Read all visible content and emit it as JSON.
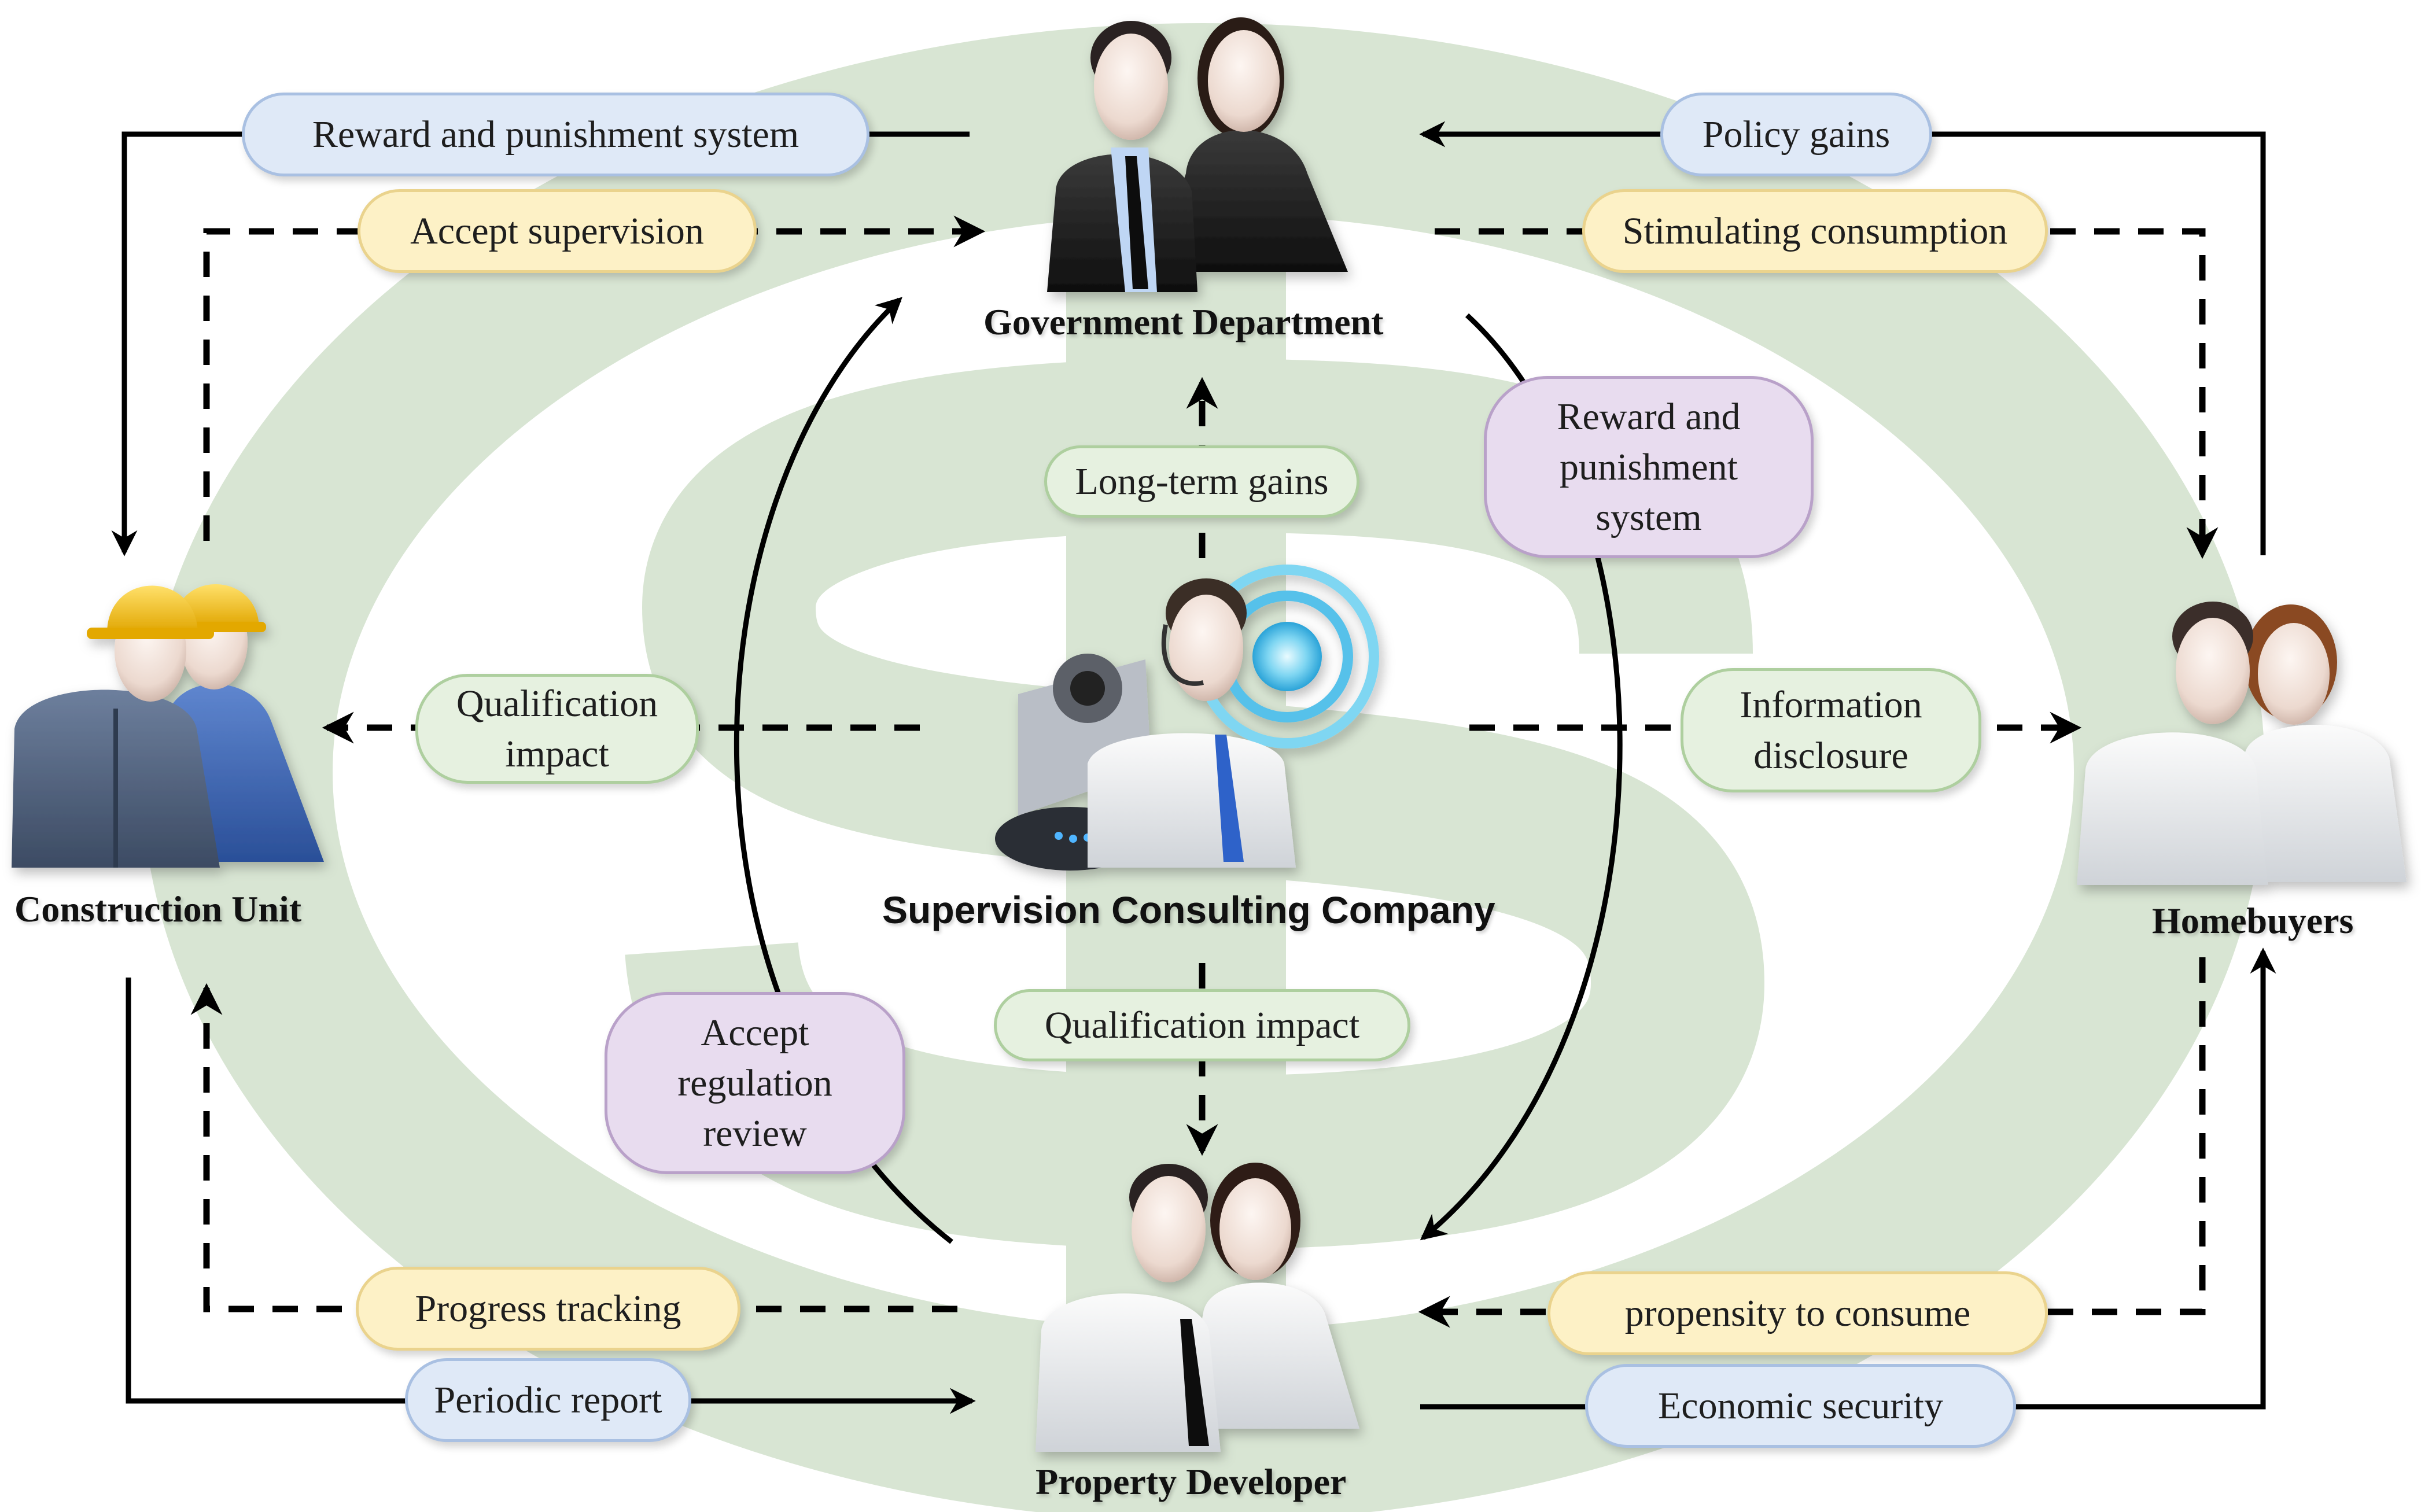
{
  "actors": {
    "government": "Government Department",
    "construction": "Construction Unit",
    "homebuyers": "Homebuyers",
    "developer": "Property Developer",
    "supervision": "Supervision Consulting Company"
  },
  "labels": {
    "reward_top": "Reward and punishment system",
    "accept_supervision": "Accept supervision",
    "policy_gains": "Policy gains",
    "stimulating": "Stimulating consumption",
    "long_term": "Long-term gains",
    "reward_right": "Reward and punishment system",
    "qual_left": "Qualification impact",
    "info_disclosure": "Information disclosure",
    "qual_bottom": "Qualification impact",
    "accept_regulation": "Accept regulation review",
    "progress": "Progress tracking",
    "periodic": "Periodic report",
    "propensity": "propensity to consume",
    "economic": "Economic security"
  },
  "icons": [
    "government-people-icon",
    "construction-workers-icon",
    "homebuyers-people-icon",
    "developer-people-icon",
    "supervision-consultant-icon",
    "dollar-sign-icon"
  ]
}
